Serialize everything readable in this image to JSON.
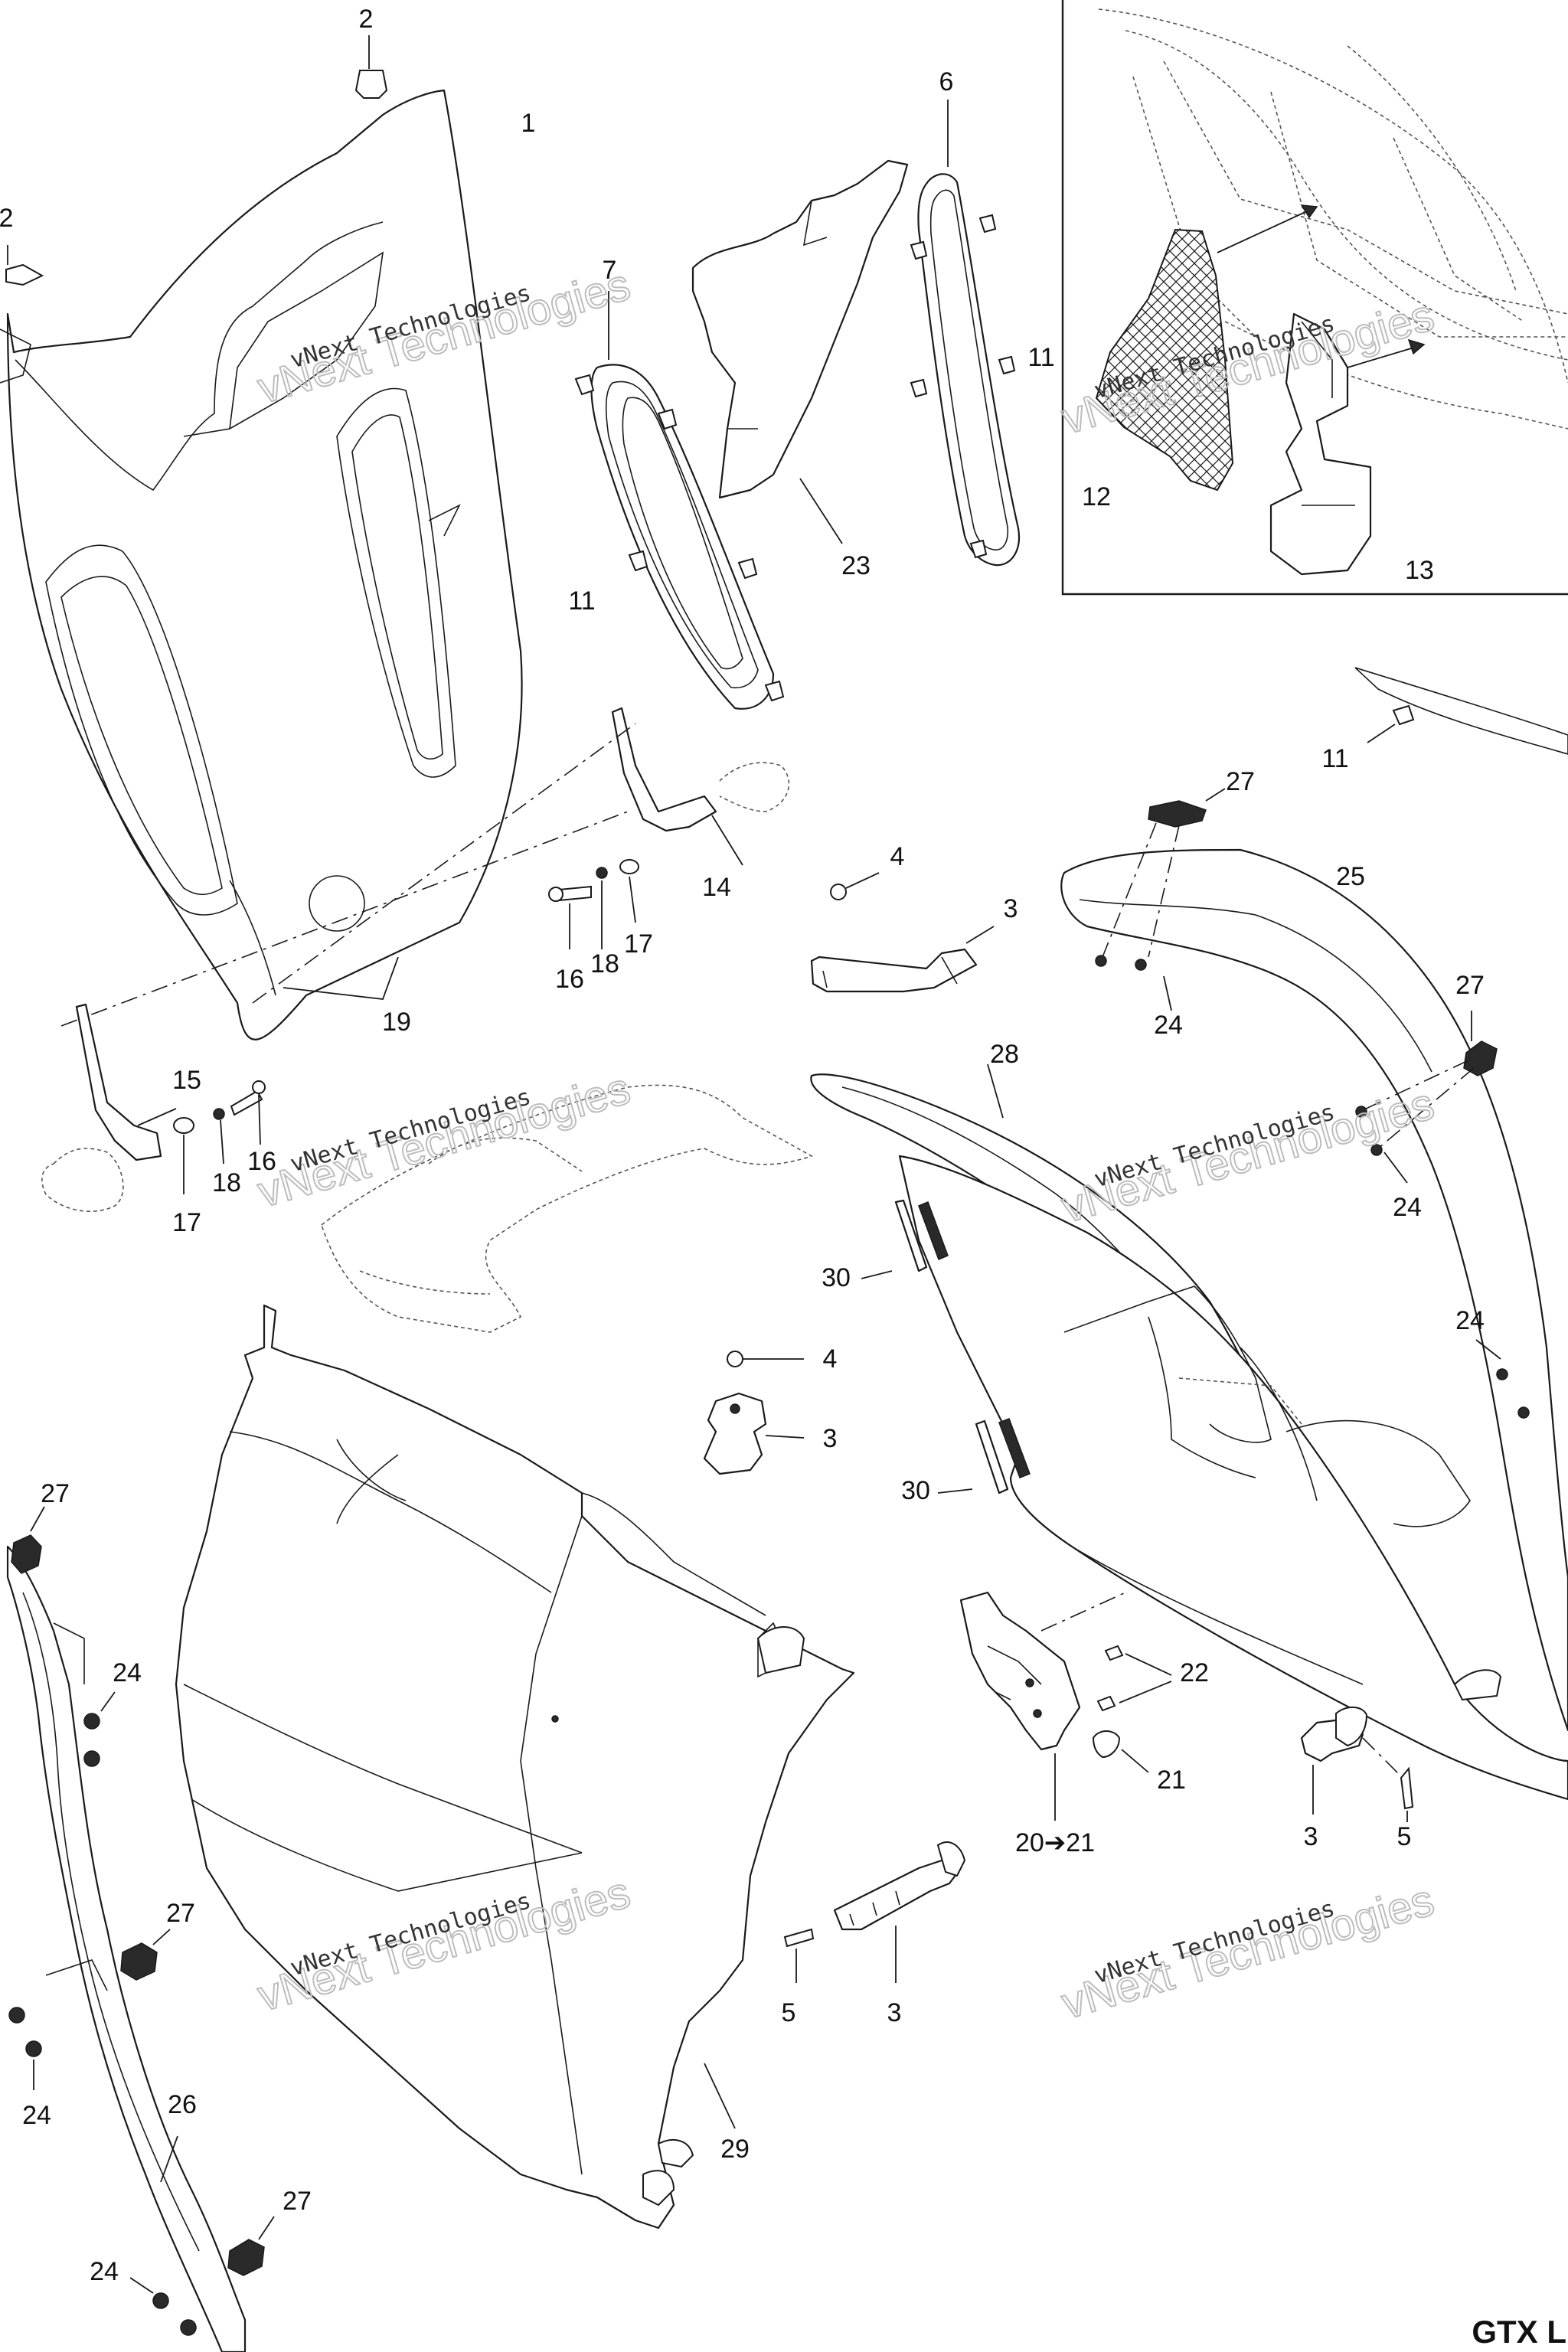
{
  "diagram": {
    "footer_label": "GTX L",
    "watermarks": [
      {
        "text": "vNext Technologies",
        "big": "vNext Technologies"
      },
      {
        "text": "vNext Technologies",
        "big": "vNext Technologies"
      },
      {
        "text": "vNext Technologies",
        "big": "vNext Technologies"
      },
      {
        "text": "vNext Technologies",
        "big": "vNext Technologies"
      },
      {
        "text": "vNext Technologies",
        "big": "vNext Technologies"
      },
      {
        "text": "vNext Technologies",
        "big": "vNext Technologies"
      }
    ],
    "callouts": [
      "2",
      "1",
      "2",
      "6",
      "7",
      "11",
      "23",
      "11",
      "12",
      "13",
      "11",
      "27",
      "4",
      "3",
      "14",
      "16",
      "18",
      "17",
      "19",
      "25",
      "24",
      "27",
      "15",
      "16",
      "18",
      "17",
      "28",
      "24",
      "30",
      "4",
      "3",
      "24",
      "30",
      "27",
      "24",
      "22",
      "21",
      "3",
      "5",
      "20➔21",
      "27",
      "5",
      "3",
      "24",
      "26",
      "29",
      "27",
      "24"
    ]
  }
}
